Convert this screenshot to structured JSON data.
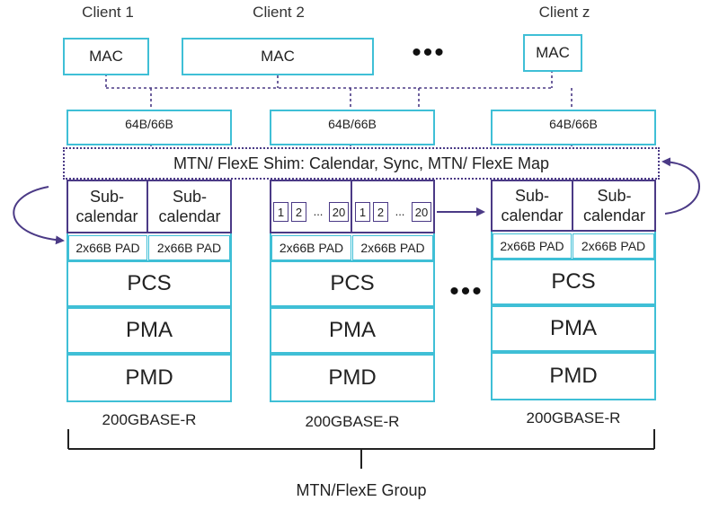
{
  "clients": [
    {
      "label": "Client 1",
      "mac": "MAC"
    },
    {
      "label": "Client 2",
      "mac": "MAC"
    },
    {
      "label": "Client z",
      "mac": "MAC"
    }
  ],
  "ellipsis": "•••",
  "encoding": "64B/66B",
  "shim": "MTN/ FlexE Shim: Calendar, Sync, MTN/ FlexE Map",
  "subcalendar": "Sub-\ncalendar",
  "slots": [
    "1",
    "2",
    "...",
    "20"
  ],
  "pad": "2x66B PAD",
  "layers": {
    "pcs": "PCS",
    "pma": "PMA",
    "pmd": "PMD"
  },
  "phy_label": "200GBASE-R",
  "group_label": "MTN/FlexE Group",
  "colors": {
    "cyan": "#3fbfd6",
    "purple": "#4b3a86"
  }
}
